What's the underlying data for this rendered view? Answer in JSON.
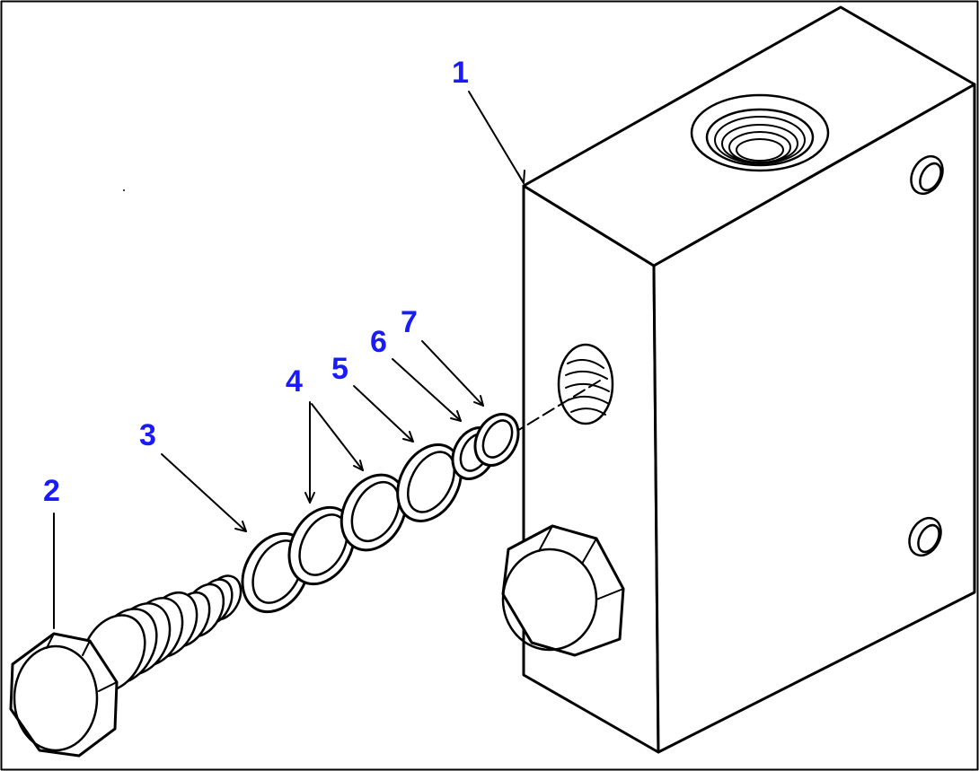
{
  "callouts": {
    "n1": "1",
    "n2": "2",
    "n3": "3",
    "n4": "4",
    "n5": "5",
    "n6": "6",
    "n7": "7"
  },
  "colors": {
    "callout": "#1a1aff",
    "line": "#000000",
    "background": "#ffffff"
  }
}
